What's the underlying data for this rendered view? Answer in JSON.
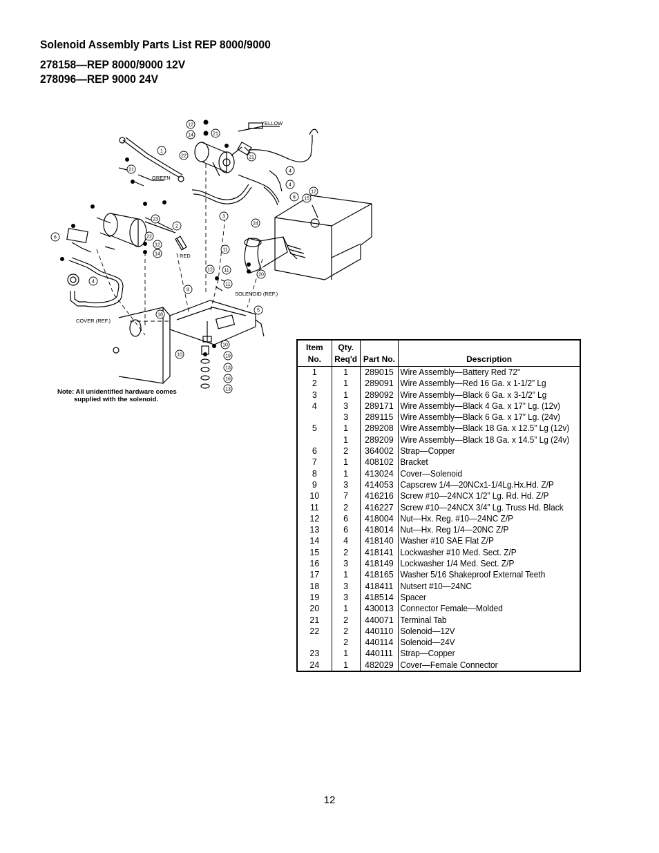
{
  "heading": {
    "title": "Solenoid Assembly Parts List REP 8000/9000",
    "model_line_1": "278158—REP 8000/9000 12V",
    "model_line_2": "278096—REP 9000 24V"
  },
  "diagram": {
    "labels": {
      "yellow": "YELLOW",
      "green": "GREEN",
      "red": "RED",
      "solenoid_ref": "SOLENOID (REF.)",
      "cover_ref": "COVER (REF.)"
    },
    "callouts": [
      "12",
      "14",
      "21",
      "22",
      "1",
      "21",
      "4",
      "4",
      "21",
      "12",
      "8",
      "15",
      "3",
      "24",
      "23",
      "2",
      "6",
      "22",
      "12",
      "14",
      "11",
      "11",
      "20",
      "4",
      "12",
      "11",
      "9",
      "5",
      "18",
      "10",
      "10",
      "19",
      "13",
      "16",
      "13"
    ]
  },
  "note": {
    "line1": "Note: All unidentified hardware comes",
    "line2": "supplied with the solenoid."
  },
  "table": {
    "headers": {
      "item_line1": "Item",
      "item_line2": "No.",
      "qty_line1": "Qty.",
      "qty_line2": "Req'd",
      "part": "Part No.",
      "description": "Description"
    },
    "rows": [
      {
        "item": "1",
        "qty": "1",
        "part": "289015",
        "desc": "Wire Assembly—Battery Red 72\""
      },
      {
        "item": "2",
        "qty": "1",
        "part": "289091",
        "desc": "Wire Assembly—Red 16 Ga. x 1-1/2” Lg"
      },
      {
        "item": "3",
        "qty": "1",
        "part": "289092",
        "desc": "Wire Assembly—Black 6 Ga. x 3-1/2” Lg"
      },
      {
        "item": "4",
        "qty": "3",
        "part": "289171",
        "desc": "Wire Assembly—Black 4 Ga. x 17” Lg. (12v)"
      },
      {
        "item": "",
        "qty": "3",
        "part": "289115",
        "desc": "Wire Assembly—Black 6 Ga. x 17” Lg. (24v)"
      },
      {
        "item": "5",
        "qty": "1",
        "part": "289208",
        "desc": "Wire Assembly—Black 18 Ga. x 12.5” Lg (12v)"
      },
      {
        "item": "",
        "qty": "1",
        "part": "289209",
        "desc": "Wire Assembly—Black 18 Ga. x 14.5” Lg (24v)"
      },
      {
        "item": "6",
        "qty": "2",
        "part": "364002",
        "desc": "Strap—Copper"
      },
      {
        "item": "7",
        "qty": "1",
        "part": "408102",
        "desc": "Bracket"
      },
      {
        "item": "8",
        "qty": "1",
        "part": "413024",
        "desc": "Cover—Solenoid"
      },
      {
        "item": "9",
        "qty": "3",
        "part": "414053",
        "desc": "Capscrew 1/4—20NCx1-1/4Lg.Hx.Hd. Z/P"
      },
      {
        "item": "10",
        "qty": "7",
        "part": "416216",
        "desc": "Screw #10—24NCX 1/2” Lg. Rd. Hd. Z/P"
      },
      {
        "item": "11",
        "qty": "2",
        "part": "416227",
        "desc": "Screw #10—24NCX 3/4” Lg. Truss Hd. Black"
      },
      {
        "item": "12",
        "qty": "6",
        "part": "418004",
        "desc": "Nut—Hx. Reg. #10—24NC Z/P"
      },
      {
        "item": "13",
        "qty": "6",
        "part": "418014",
        "desc": "Nut—Hx. Reg 1/4—20NC Z/P"
      },
      {
        "item": "14",
        "qty": "4",
        "part": "418140",
        "desc": "Washer #10 SAE Flat Z/P"
      },
      {
        "item": "15",
        "qty": "2",
        "part": "418141",
        "desc": "Lockwasher #10 Med. Sect. Z/P"
      },
      {
        "item": "16",
        "qty": "3",
        "part": "418149",
        "desc": "Lockwasher 1/4 Med. Sect. Z/P"
      },
      {
        "item": "17",
        "qty": "1",
        "part": "418165",
        "desc": "Washer 5/16 Shakeproof External Teeth"
      },
      {
        "item": "18",
        "qty": "3",
        "part": "418411",
        "desc": "Nutsert #10—24NC"
      },
      {
        "item": "19",
        "qty": "3",
        "part": "418514",
        "desc": "Spacer"
      },
      {
        "item": "20",
        "qty": "1",
        "part": "430013",
        "desc": "Connector Female—Molded"
      },
      {
        "item": "21",
        "qty": "2",
        "part": "440071",
        "desc": "Terminal Tab"
      },
      {
        "item": "22",
        "qty": "2",
        "part": "440110",
        "desc": "Solenoid—12V"
      },
      {
        "item": "",
        "qty": "2",
        "part": "440114",
        "desc": "Solenoid—24V"
      },
      {
        "item": "23",
        "qty": "1",
        "part": "440111",
        "desc": "Strap—Copper"
      },
      {
        "item": "24",
        "qty": "1",
        "part": "482029",
        "desc": "Cover—Female Connector"
      }
    ]
  },
  "footer": {
    "page_number": "12"
  }
}
